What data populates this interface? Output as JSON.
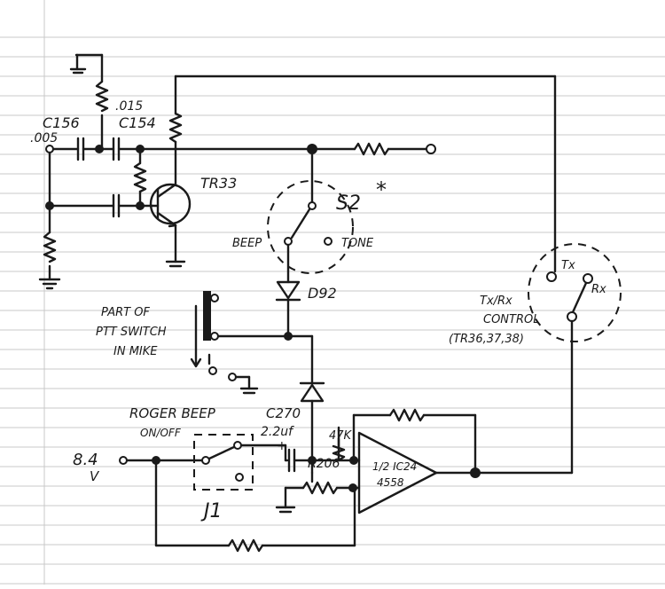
{
  "components": {
    "c156": {
      "ref": "C156",
      "value": ".005"
    },
    "c154": {
      "ref": "C154",
      "value": ".015"
    },
    "tr33": {
      "ref": "TR33"
    },
    "s2": {
      "ref": "S2",
      "marker": "*",
      "pos_beep": "BEEP",
      "pos_tone": "TONE"
    },
    "d92": {
      "ref": "D92"
    },
    "ptt": {
      "line1": "PART OF",
      "line2": "PTT SWITCH",
      "line3": "IN MIKE"
    },
    "txrx": {
      "tx": "Tx",
      "rx": "Rx",
      "line1": "Tx/Rx",
      "line2": "CONTROL",
      "line3": "(TR36,37,38)"
    },
    "roger": {
      "line1": "ROGER BEEP",
      "line2": "ON/OFF"
    },
    "c270": {
      "ref": "C270",
      "value": "2.2uf",
      "polarity": "+"
    },
    "r206": {
      "ref": "R206",
      "value": "47K"
    },
    "ic24": {
      "line1": "1/2 IC24",
      "line2": "4558"
    },
    "supply": {
      "value": "8.4",
      "unit": "V"
    },
    "j1": {
      "ref": "J1"
    }
  }
}
